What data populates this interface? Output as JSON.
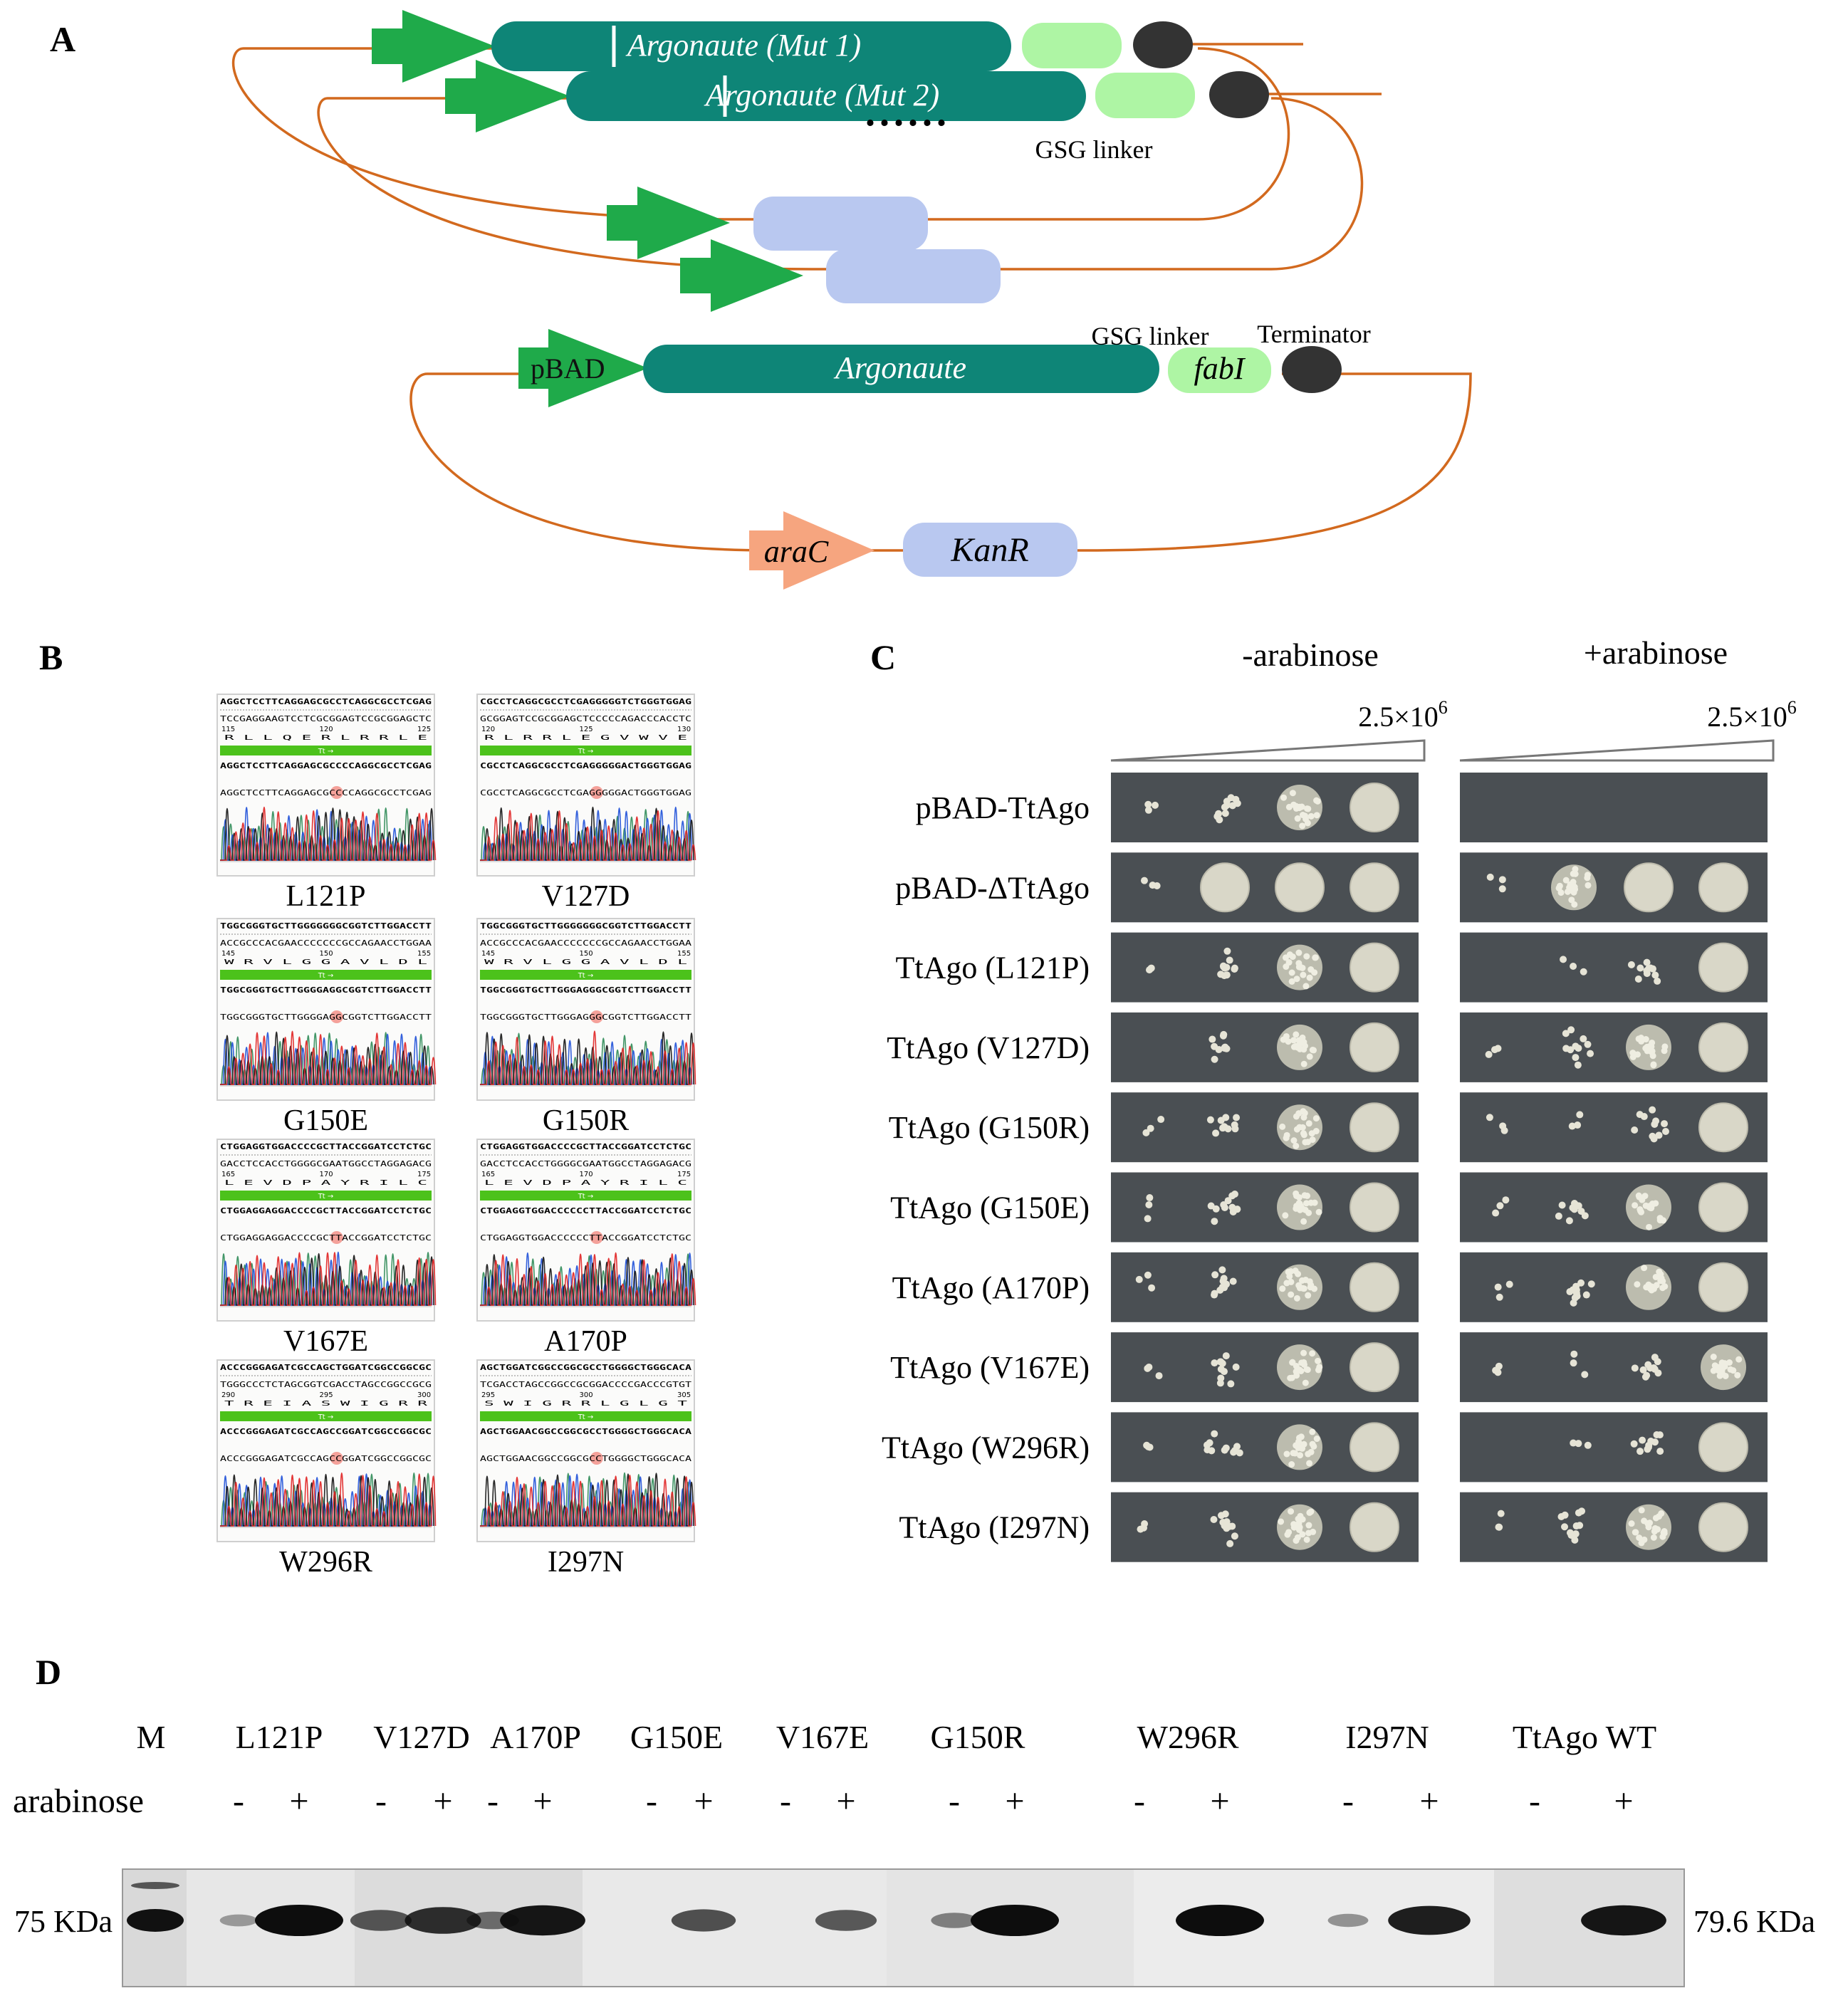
{
  "panels": {
    "a": "A",
    "b": "B",
    "c": "C",
    "d": "D"
  },
  "colors": {
    "backbone": "#D2691E",
    "promoter": "#1FAA4A",
    "gene": "#0E8577",
    "linker": "#AEF5A4",
    "terminator": "#333333",
    "kanr": "#B9C8F0",
    "arac": "#F6A57F"
  },
  "plasmid": {
    "mut1": "Argonaute (Mut 1)",
    "mut2": "Argonaute (Mut 2)",
    "ellipsis": "......",
    "gsg_linker_top": "GSG linker",
    "pbad": "pBAD",
    "argonaute": "Argonaute",
    "gsg_linker": "GSG linker",
    "fabi": "fabI",
    "terminator": "Terminator",
    "arac": "araC",
    "kanr": "KanR"
  },
  "sanger": {
    "mutants": [
      "L121P",
      "V127D",
      "G150E",
      "G150R",
      "V167E",
      "A170P",
      "W296R",
      "I297N"
    ],
    "seqs": [
      [
        "AGGCTCCTTCAGGAGCGCCTCAGGCGCCTCGAG",
        "TCCGAGGAAGTCCTCGCGGAGTCCGCGGAGCTC",
        "R  L  L  Q  E  R  L  R  R  L  E",
        "AGGCTCCTTCAGGAGCGCCCCAGGCGCCTCGAG"
      ],
      [
        "CGCCTCAGGCGCCTCGAGGGGGTCTGGGTGGAG",
        "GCGGAGTCCGCGGAGCTCCCCCAGACCCACCTC",
        "R  L  R  R  L  E  G  V  W  V  E",
        "CGCCTCAGGCGCCTCGAGGGGGACTGGGTGGAG"
      ],
      [
        "TGGCGGGTGCTTGGGGGGGCGGTCTTGGACCTT",
        "ACCGCCCACGAACCCCCCCGCCAGAACCTGGAA",
        "W  R  V  L  G  G  A  V  L  D  L",
        "TGGCGGGTGCTTGGGGAGGCGGTCTTGGACCTT"
      ],
      [
        "TGGCGGGTGCTTGGGGGGGCGGTCTTGGACCTT",
        "ACCGCCCACGAACCCCCCCGCCAGAACCTGGAA",
        "W  R  V  L  G  G  A  V  L  D  L",
        "TGGCGGGTGCTTGGGAGGGCGGTCTTGGACCTT"
      ],
      [
        "CTGGAGGTGGACCCCGCTTACCGGATCCTCTGC",
        "GACCTCCACCTGGGGCGAATGGCCTAGGAGACG",
        "L  E  V  D  P  A  Y  R  I  L  C",
        "CTGGAGGAGGACCCCGCTTACCGGATCCTCTGC"
      ],
      [
        "CTGGAGGTGGACCCCGCTTACCGGATCCTCTGC",
        "GACCTCCACCTGGGGCGAATGGCCTAGGAGACG",
        "L  E  V  D  P  A  Y  R  I  L  C",
        "CTGGAGGTGGACCCCCCTTACCGGATCCTCTGC"
      ],
      [
        "ACCCGGGAGATCGCCAGCTGGATCGGCCGGCGC",
        "TGGGCCCTCTAGCGGTCGACCTAGCCGGCCGCG",
        "T  R  E  I  A  S  W  I  G  R  R",
        "ACCCGGGAGATCGCCAGCCGGATCGGCCGGCGC"
      ],
      [
        "AGCTGGATCGGCCGGCGCCTGGGGCTGGGCACA",
        "TCGACCTAGCCGGCCGCGGACCCCGACCCGTGT",
        "S  W  I  G  R  R  L  G  L  G  T",
        "AGCTGGAACGGCCGGCGCCTGGGGCTGGGCACA"
      ]
    ],
    "nums": [
      [
        "115",
        "120",
        "125"
      ],
      [
        "120",
        "125",
        "130"
      ],
      [
        "145",
        "150",
        "155"
      ],
      [
        "145",
        "150",
        "155"
      ],
      [
        "165",
        "170",
        "175"
      ],
      [
        "165",
        "170",
        "175"
      ],
      [
        "290",
        "295",
        "300"
      ],
      [
        "295",
        "300",
        "305"
      ]
    ],
    "bar_label": "Tt →"
  },
  "spot_assay": {
    "minus_label": "-arabinose",
    "plus_label": "+arabinose",
    "dilution_label": "2.5×10",
    "dilution_exp": "6",
    "strains": [
      "pBAD-TtAgo",
      "pBAD-ΔTtAgo",
      "TtAgo (L121P)",
      "TtAgo (V127D)",
      "TtAgo (G150R)",
      "TtAgo (G150E)",
      "TtAgo (A170P)",
      "TtAgo (V167E)",
      "TtAgo (W296R)",
      "TtAgo (I297N)"
    ],
    "growth_minus": [
      [
        1,
        2,
        3,
        4
      ],
      [
        1,
        4,
        4,
        4
      ],
      [
        1,
        2,
        3,
        4
      ],
      [
        0,
        2,
        3,
        4
      ],
      [
        1,
        2,
        3,
        4
      ],
      [
        1,
        2,
        3,
        4
      ],
      [
        1,
        2,
        3,
        4
      ],
      [
        1,
        2,
        3,
        4
      ],
      [
        1,
        2,
        3,
        4
      ],
      [
        1,
        2,
        3,
        4
      ]
    ],
    "growth_plus": [
      [
        0,
        0,
        0,
        0
      ],
      [
        1,
        3,
        4,
        4
      ],
      [
        0,
        1,
        2,
        4
      ],
      [
        1,
        2,
        3,
        4
      ],
      [
        1,
        1,
        2,
        4
      ],
      [
        1,
        2,
        3,
        4
      ],
      [
        1,
        2,
        3,
        4
      ],
      [
        1,
        1,
        2,
        3
      ],
      [
        0,
        1,
        2,
        4
      ],
      [
        1,
        2,
        3,
        4
      ]
    ]
  },
  "western": {
    "marker_label": "M",
    "arabinose_label": "arabinose",
    "left_mw": "75 KDa",
    "right_mw": "79.6 KDa",
    "minus": "-",
    "plus": "+",
    "groups": [
      "L121P",
      "V127D",
      "A170P",
      "G150E",
      "V167E",
      "G150R",
      "W296R",
      "I297N",
      "TtAgo WT"
    ],
    "band_intensity": [
      [
        0.15,
        1.0
      ],
      [
        0.55,
        0.8
      ],
      [
        0.4,
        0.95
      ],
      [
        0,
        0.6
      ],
      [
        0,
        0.55
      ],
      [
        0.3,
        1.0
      ],
      [
        0,
        1.0
      ],
      [
        0.2,
        0.9
      ],
      [
        0,
        0.95
      ]
    ]
  }
}
